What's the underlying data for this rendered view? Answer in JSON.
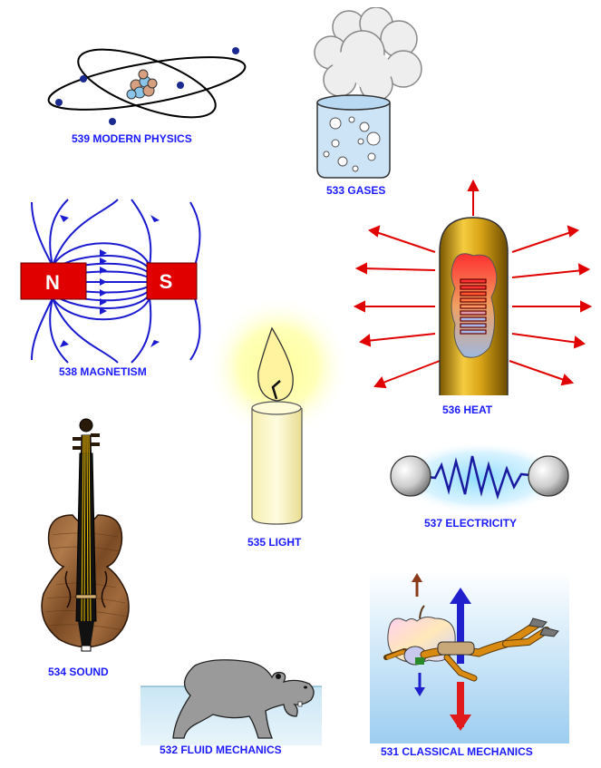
{
  "topics": {
    "modern_physics": "539 MODERN PHYSICS",
    "gases": "533 GASES",
    "magnetism": "538 MAGNETISM",
    "heat": "536 HEAT",
    "light": "535 LIGHT",
    "electricity": "537 ELECTRICITY",
    "sound": "534 SOUND",
    "fluid_mechanics": "532 FLUID MECHANICS",
    "classical_mechanics": "531 CLASSICAL MECHANICS"
  },
  "magnet": {
    "north": "N",
    "south": "S"
  },
  "colors": {
    "label": "#1a1aff",
    "field_line": "#1a1ad0",
    "magnet": "#e00000",
    "heat_arrow": "#e00000"
  }
}
